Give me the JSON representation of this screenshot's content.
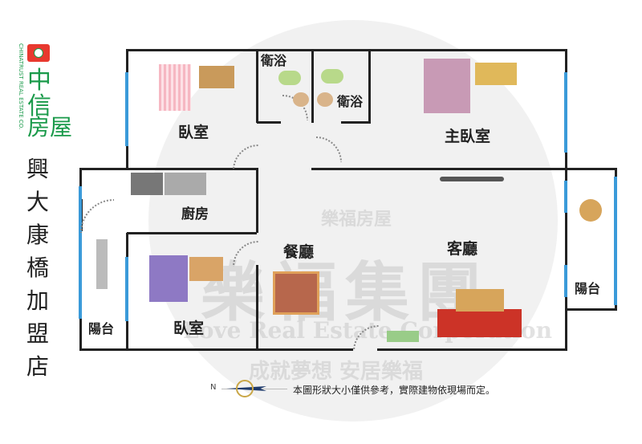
{
  "logo": {
    "brand": "中信房屋",
    "brand_line1": "中",
    "brand_line2": "信",
    "brand_line3": "房屋",
    "english": "CHINATRUST REAL ESTATE CO."
  },
  "store_name": "興大康橋加盟店",
  "watermark": {
    "main": "樂福集團",
    "english": "Love Real Estate Corporation",
    "slogan": "成就夢想 安居樂福",
    "sub": "樂福房屋"
  },
  "rooms": {
    "bedroom_top": "臥室",
    "bath_1": "衛浴",
    "bath_2": "衛浴",
    "master_bedroom": "主臥室",
    "kitchen": "廚房",
    "dining": "餐廳",
    "living": "客廳",
    "balcony_left": "陽台",
    "bedroom_bottom": "臥室",
    "balcony_right": "陽台"
  },
  "compass": {
    "north_label": "N"
  },
  "disclaimer": "本圖形狀大小僅供參考，實際建物依現場而定。",
  "colors": {
    "wall": "#222222",
    "window": "#3a9ad9",
    "logo_green": "#1a9a4a",
    "logo_red": "#e8392f"
  }
}
